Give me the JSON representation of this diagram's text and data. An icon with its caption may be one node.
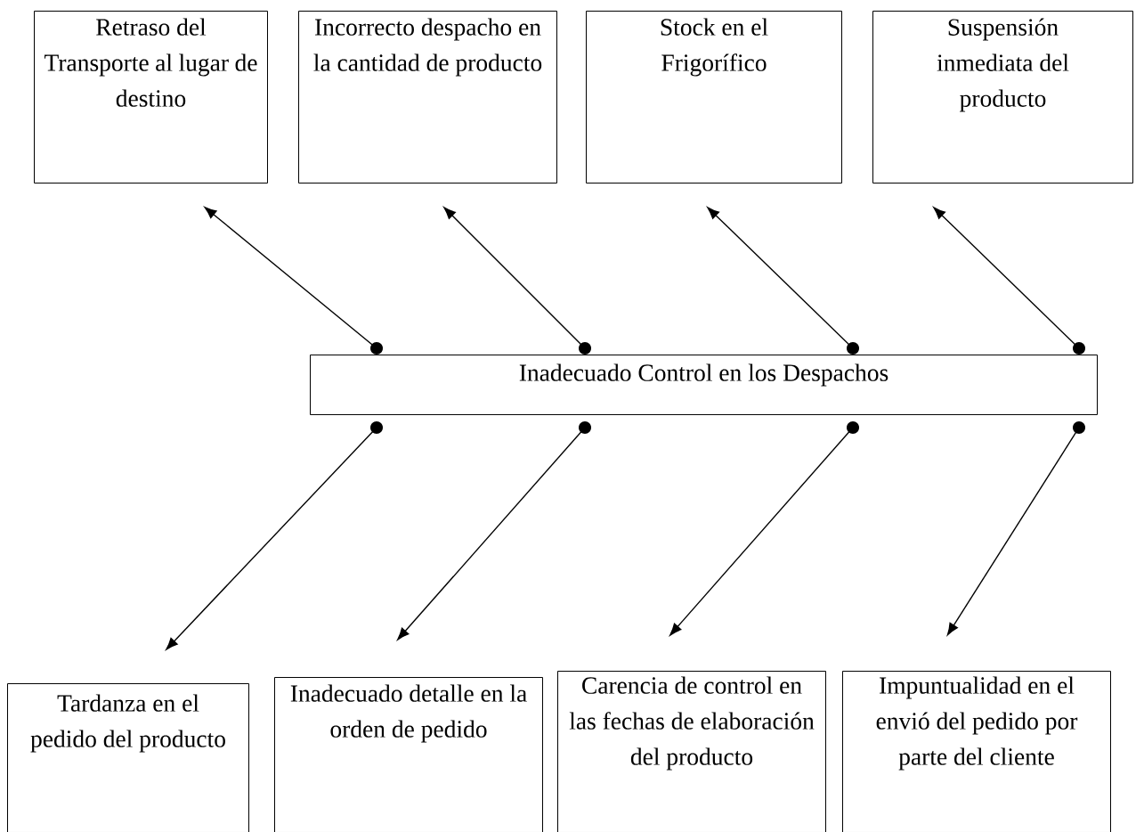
{
  "diagram": {
    "nodes": [
      {
        "text": [
          "Retraso del Transporte al lugar de destino"
        ]
      },
      {
        "text": [
          "Incorrecto despacho en la cantidad de producto"
        ]
      },
      {
        "text": [
          "Stock en el Frigorífico"
        ]
      },
      {
        "text": [
          "Suspensión inmediata del producto"
        ]
      },
      {
        "text": [
          "Inadecuado Control en los Despachos"
        ]
      },
      {
        "text": [
          "Tardanza en el pedido del producto"
        ]
      },
      {
        "text": [
          "Inadecuado detalle en la orden de pedido"
        ]
      },
      {
        "text": [
          "Carencia de control en las fechas de elaboración del producto"
        ]
      },
      {
        "text": [
          "Impuntualidad en el envió del pedido por parte del cliente"
        ]
      }
    ],
    "edges": [
      {
        "from": 4,
        "to": 0,
        "arrow": "to"
      },
      {
        "from": 4,
        "to": 1,
        "arrow": "to"
      },
      {
        "from": 4,
        "to": 2,
        "arrow": "to"
      },
      {
        "from": 4,
        "to": 3,
        "arrow": "to"
      },
      {
        "from": 4,
        "to": 5,
        "arrow": "to"
      },
      {
        "from": 4,
        "to": 6,
        "arrow": "to"
      },
      {
        "from": 4,
        "to": 7,
        "arrow": "to"
      },
      {
        "from": 4,
        "to": 8,
        "arrow": "to"
      }
    ]
  }
}
